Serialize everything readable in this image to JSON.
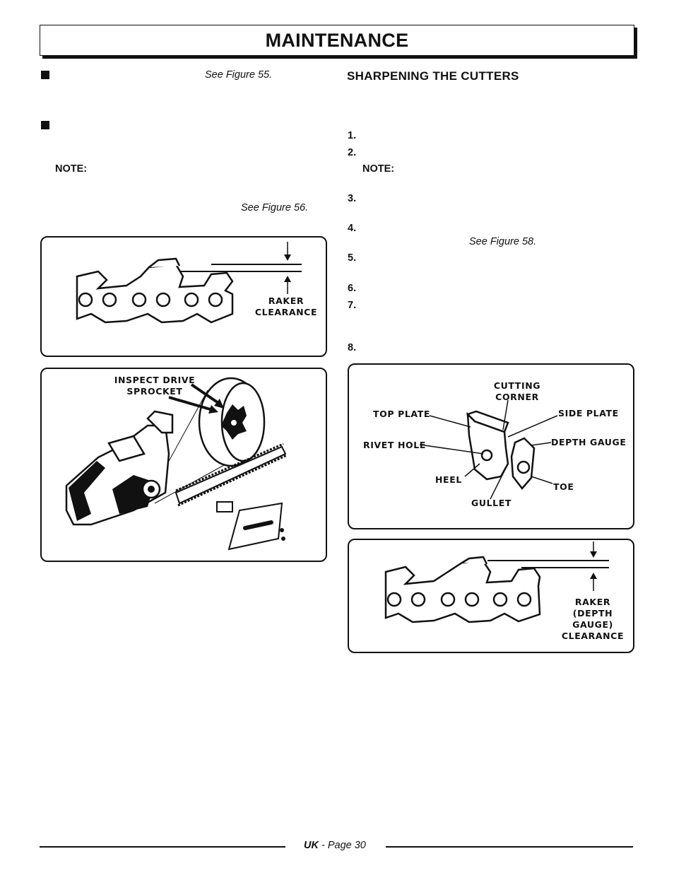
{
  "header": {
    "title": "MAINTENANCE"
  },
  "left_column": {
    "refs": {
      "fig55": "See Figure 55.",
      "fig56": "See Figure 56."
    },
    "note_label": "NOTE:"
  },
  "right_column": {
    "heading": "SHARPENING THE CUTTERS",
    "steps": [
      "1.",
      "2.",
      "3.",
      "4.",
      "5.",
      "6.",
      "7.",
      "8."
    ],
    "note_label": "NOTE:",
    "ref_fig58": "See Figure 58."
  },
  "figures": {
    "fig55": {
      "label_line1": "RAKER",
      "label_line2": "CLEARANCE"
    },
    "fig56": {
      "label_line1": "INSPECT DRIVE",
      "label_line2": "SPROCKET"
    },
    "fig57": {
      "cutting_corner_1": "CUTTING",
      "cutting_corner_2": "CORNER",
      "top_plate": "TOP PLATE",
      "side_plate": "SIDE PLATE",
      "rivet_hole": "RIVET HOLE",
      "depth_gauge": "DEPTH GAUGE",
      "heel": "HEEL",
      "toe": "TOE",
      "gullet": "GULLET"
    },
    "fig58": {
      "label_line1": "RAKER",
      "label_line2": "(DEPTH GAUGE)",
      "label_line3": "CLEARANCE"
    }
  },
  "footer": {
    "region": "UK",
    "page_text": " - Page 30"
  }
}
